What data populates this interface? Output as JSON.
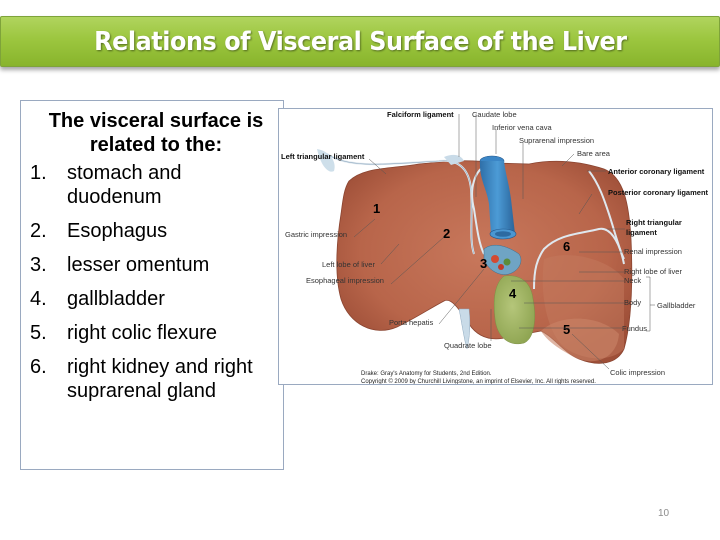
{
  "slide": {
    "title": "Relations of Visceral Surface of the Liver",
    "page_number": "10",
    "accent_color": "#9cc63f"
  },
  "text_box": {
    "heading": "The visceral surface is related to the:",
    "items": [
      {
        "num": "1.",
        "text": "stomach and duodenum"
      },
      {
        "num": "2.",
        "text": "Esophagus"
      },
      {
        "num": "3.",
        "text": "lesser omentum"
      },
      {
        "num": "4.",
        "text": "gallbladder"
      },
      {
        "num": "5.",
        "text": "right colic flexure"
      },
      {
        "num": "6.",
        "text": "right kidney and right suprarenal gland"
      }
    ]
  },
  "figure": {
    "labels": {
      "falciform_ligament": "Falciform ligament",
      "caudate_lobe": "Caudate lobe",
      "inferior_vena_cava": "Inferior vena cava",
      "suprarenal_impression": "Suprarenal impression",
      "bare_area": "Bare area",
      "anterior_coronary_ligament": "Anterior coronary ligament",
      "posterior_coronary_ligament": "Posterior coronary ligament",
      "left_triangular_ligament": "Left triangular ligament",
      "right_triangular_ligament_1": "Right triangular",
      "right_triangular_ligament_2": "ligament",
      "gastric_impression": "Gastric impression",
      "left_lobe_of_liver": "Left lobe of liver",
      "esophageal_impression": "Esophageal impression",
      "porta_hepatis": "Porta hepatis",
      "quadrate_lobe": "Quadrate lobe",
      "renal_impression": "Renal impression",
      "right_lobe_of_liver": "Right lobe of liver",
      "neck": "Neck",
      "body": "Body",
      "fundus": "Fundus",
      "gallbladder": "Gallbladder",
      "colic_impression": "Colic impression"
    },
    "numbers": {
      "n1": "1",
      "n2": "2",
      "n3": "3",
      "n4": "4",
      "n5": "5",
      "n6": "6"
    },
    "credit_line1": "Drake: Gray's Anatomy for Students, 2nd Edition.",
    "credit_line2": "Copyright © 2009 by Churchill Livingstone, an imprint of Elsevier, Inc. All rights reserved."
  }
}
